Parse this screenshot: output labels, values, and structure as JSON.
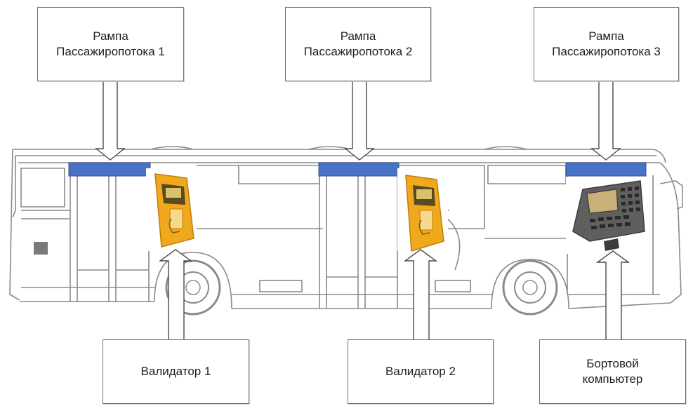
{
  "diagram": {
    "colors": {
      "sensor_bar": "#4a72c4",
      "validator_body": "#f0a81c",
      "validator_dark": "#c07c0a",
      "computer_body": "#5f5f5f",
      "computer_screen": "#c9b07a",
      "bus_line": "#8a8a8a",
      "arrow": "#4a4a4a"
    },
    "callouts": {
      "ramp1": {
        "line1": "Рампа",
        "line2": "Пассажиропотока 1"
      },
      "ramp2": {
        "line1": "Рампа",
        "line2": "Пассажиропотока 2"
      },
      "ramp3": {
        "line1": "Рампа",
        "line2": "Пассажиропотока 3"
      },
      "validator1": {
        "line1": "Валидатор 1"
      },
      "validator2": {
        "line1": "Валидатор 2"
      },
      "onboard_computer": {
        "line1": "Бортовой",
        "line2": "компьютер"
      }
    },
    "icons": [
      "sensor-ramp",
      "validator-device",
      "onboard-computer-device",
      "bus-outline"
    ]
  }
}
